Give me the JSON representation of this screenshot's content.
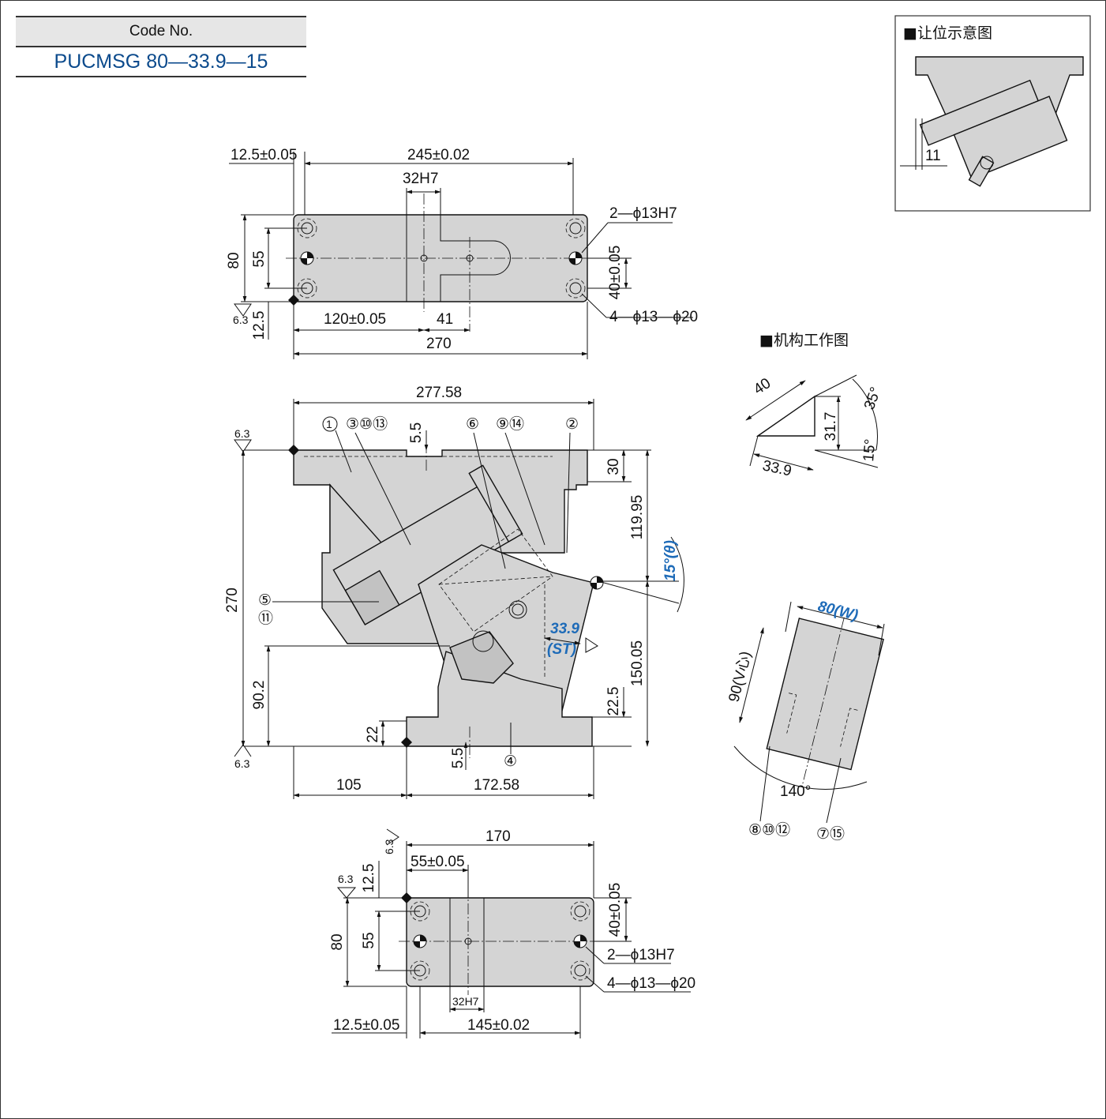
{
  "header": {
    "code_label": "Code No.",
    "code_value": "PUCMSG 80—33.9—15"
  },
  "top_view": {
    "dim_left_edge": "12.5±0.05",
    "dim_hole_span": "245±0.02",
    "dim_slot": "32H7",
    "dim_height": "80",
    "dim_hole_pitch": "55",
    "dim_bottom_edge": "12.5",
    "dim_x_pos": "120±0.05",
    "dim_offset": "41",
    "dim_length": "270",
    "dim_y_pos": "40±0.05",
    "callout_pin": "2—ϕ13H7",
    "callout_bolt": "4—ϕ13—ϕ20",
    "roughness": "6.3"
  },
  "front_view": {
    "dim_width": "277.58",
    "dim_height": "270",
    "dim_top": "30",
    "dim_upper": "119.95",
    "dim_lower": "150.05",
    "angle_label": "15°(θ)",
    "stroke_label": "33.9",
    "stroke_unit": "(ST)",
    "dim_base_h": "90.2",
    "dim_foot": "22",
    "dim_foot_right": "22.5",
    "dim_notch_top": "5.5",
    "dim_notch_bottom": "5.5",
    "dim_left": "105",
    "dim_right": "172.58",
    "roughness": "6.3",
    "part_labels": [
      "①",
      "③⑩⑬",
      "⑥",
      "⑨⑭",
      "②",
      "⑤",
      "⑪",
      "④"
    ]
  },
  "bottom_view": {
    "dim_length": "170",
    "dim_x_pos": "55±0.05",
    "dim_top_edge": "12.5",
    "dim_height": "80",
    "dim_hole_pitch": "55",
    "dim_y_pos": "40±0.05",
    "callout_pin": "2—ϕ13H7",
    "callout_bolt": "4—ϕ13—ϕ20",
    "dim_slot": "32H7",
    "dim_left_edge": "12.5±0.05",
    "dim_hole_span": "145±0.02",
    "roughness": "6.3"
  },
  "clearance_diagram": {
    "title": "■让位示意图",
    "dim": "11"
  },
  "mechanism_diagram": {
    "title": "■机构工作图",
    "dim_hyp": "40",
    "dim_base": "33.9",
    "dim_vert": "31.7",
    "angle_outer": "35°",
    "angle_inner": "15°"
  },
  "slide_diagram": {
    "width_label": "80(W)",
    "v_label": "90(V心)",
    "angle": "140°",
    "parts_left": "⑧⑩⑫",
    "parts_right": "⑦⑮"
  },
  "colors": {
    "part_fill": "#d4d4d4",
    "accent_blue": "#1e6bb8",
    "code_blue": "#0b4a8c"
  }
}
